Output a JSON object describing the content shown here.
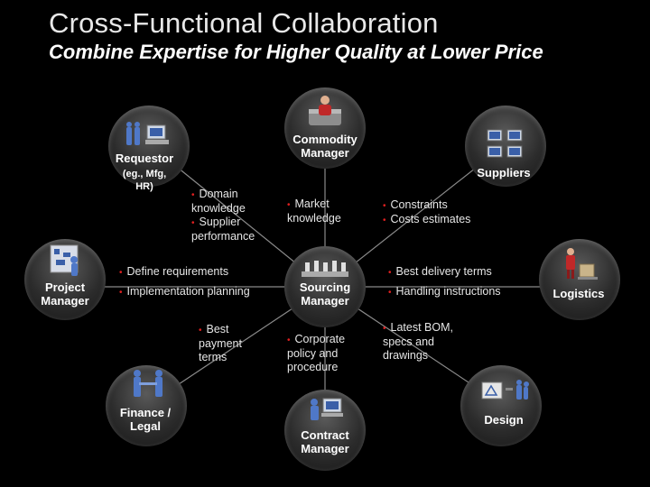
{
  "title": "Cross-Functional Collaboration",
  "subtitle": "Combine Expertise for Higher Quality at Lower Price",
  "nodes": {
    "requestor": "Requestor",
    "requestor_sub": "(eg., Mfg, HR)",
    "commodity": "Commodity Manager",
    "suppliers": "Suppliers",
    "project": "Project Manager",
    "sourcing": "Sourcing Manager",
    "logistics": "Logistics",
    "finance": "Finance / Legal",
    "contract": "Contract Manager",
    "design": "Design"
  },
  "bullets": {
    "requestor": [
      "Domain knowledge",
      "Supplier performance"
    ],
    "commodity": [
      "Market knowledge"
    ],
    "suppliers": [
      "Constraints",
      "Costs estimates"
    ],
    "project": [
      "Define requirements",
      "Implementation planning"
    ],
    "logistics": [
      "Best delivery terms",
      "Handling instructions"
    ],
    "finance": [
      "Best payment terms"
    ],
    "contract": [
      "Corporate policy and procedure"
    ],
    "design": [
      "Latest BOM, specs and drawings"
    ]
  },
  "colors": {
    "bullet": "#e02020",
    "line": "#8a8a8a",
    "icon_blue": "#3a5fa8"
  }
}
